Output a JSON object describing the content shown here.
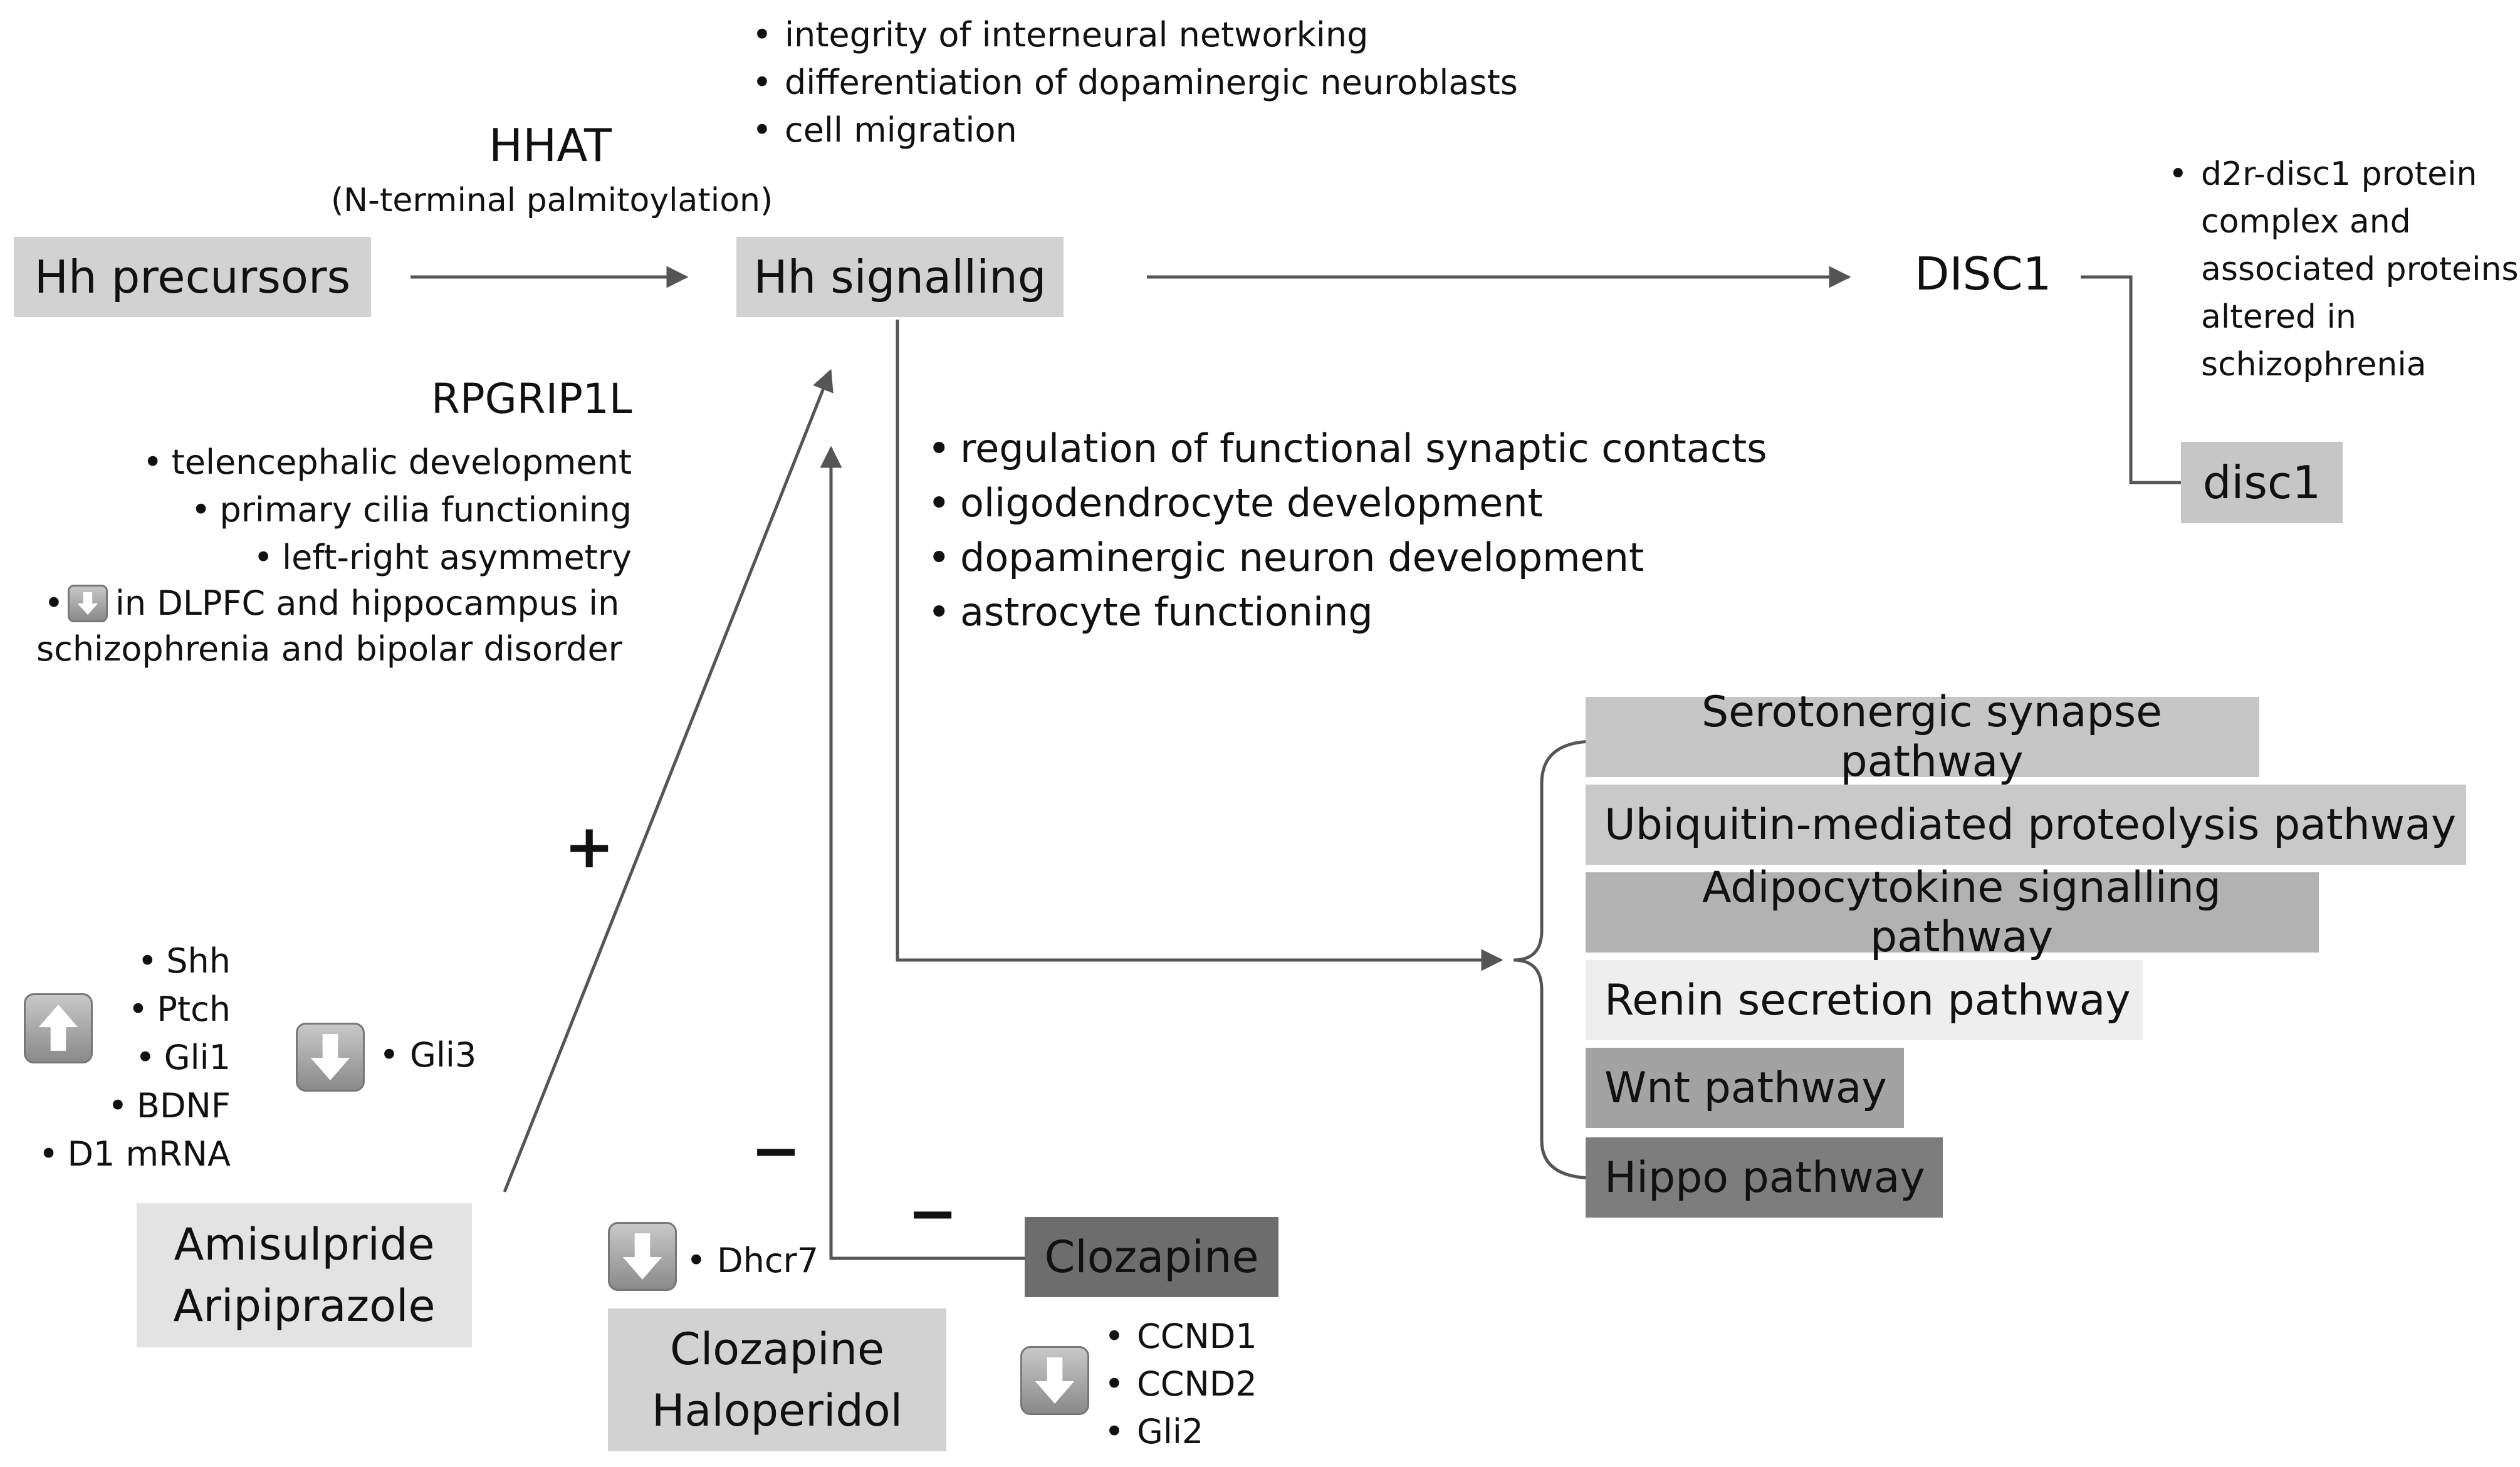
{
  "diagram": {
    "hh_precursors": "Hh precursors",
    "hh_signalling": "Hh signalling",
    "hhat": "HHAT",
    "hhat_sub": "(N-terminal palmitoylation)",
    "top_bullets": [
      "integrity of interneural networking",
      "differentiation of dopaminergic neuroblasts",
      "cell migration"
    ],
    "disc1_gene": "DISC1",
    "disc1_box": "disc1",
    "disc1_note": [
      "d2r-disc1 protein",
      "complex and",
      "associated proteins",
      "altered in",
      "schizophrenia"
    ],
    "rpgrip1l": "RPGRIP1L",
    "rpgrip1l_bullets": [
      "telencephalic development",
      "primary cilia functioning",
      "left-right asymmetry"
    ],
    "rpgrip1l_last_a": "in DLPFC and hippocampus in",
    "rpgrip1l_last_b": "schizophrenia and bipolar disorder",
    "synaptic_bullets": [
      "regulation of functional synaptic contacts",
      "oligodendrocyte development",
      "dopaminergic neuron development",
      "astrocyte functioning"
    ],
    "pathways": [
      {
        "label": "Serotonergic synapse pathway",
        "color": "#c6c6c6"
      },
      {
        "label": "Ubiquitin-mediated proteolysis pathway",
        "color": "#c9c9c9"
      },
      {
        "label": "Adipocytokine signalling pathway",
        "color": "#b2b2b2"
      },
      {
        "label": "Renin secretion pathway",
        "color": "#eeeeee"
      },
      {
        "label": "Wnt pathway",
        "color": "#a3a3a3"
      },
      {
        "label": "Hippo pathway",
        "color": "#7d7d7d"
      }
    ],
    "plus_sign": "+",
    "minus_sign_1": "−",
    "minus_sign_2": "−",
    "up_genes": [
      "Shh",
      "Ptch",
      "Gli1",
      "BDNF",
      "D1 mRNA"
    ],
    "down_gene_gli3": "Gli3",
    "amisulpride": "Amisulpride",
    "aripiprazole": "Aripiprazole",
    "down_gene_dhcr7": "Dhcr7",
    "clozapine_a": "Clozapine",
    "haloperidol": "Haloperidol",
    "clozapine_dark": "Clozapine",
    "clozapine_down_genes": [
      "CCND1",
      "CCND2",
      "Gli2"
    ],
    "icons": [
      "arrow-up-icon",
      "arrow-down-icon"
    ],
    "colors": {
      "light_box": "#d2d2d2",
      "lighter_box": "#e3e3e3",
      "dark_box": "#6d6d6d",
      "line": "#555555"
    }
  }
}
